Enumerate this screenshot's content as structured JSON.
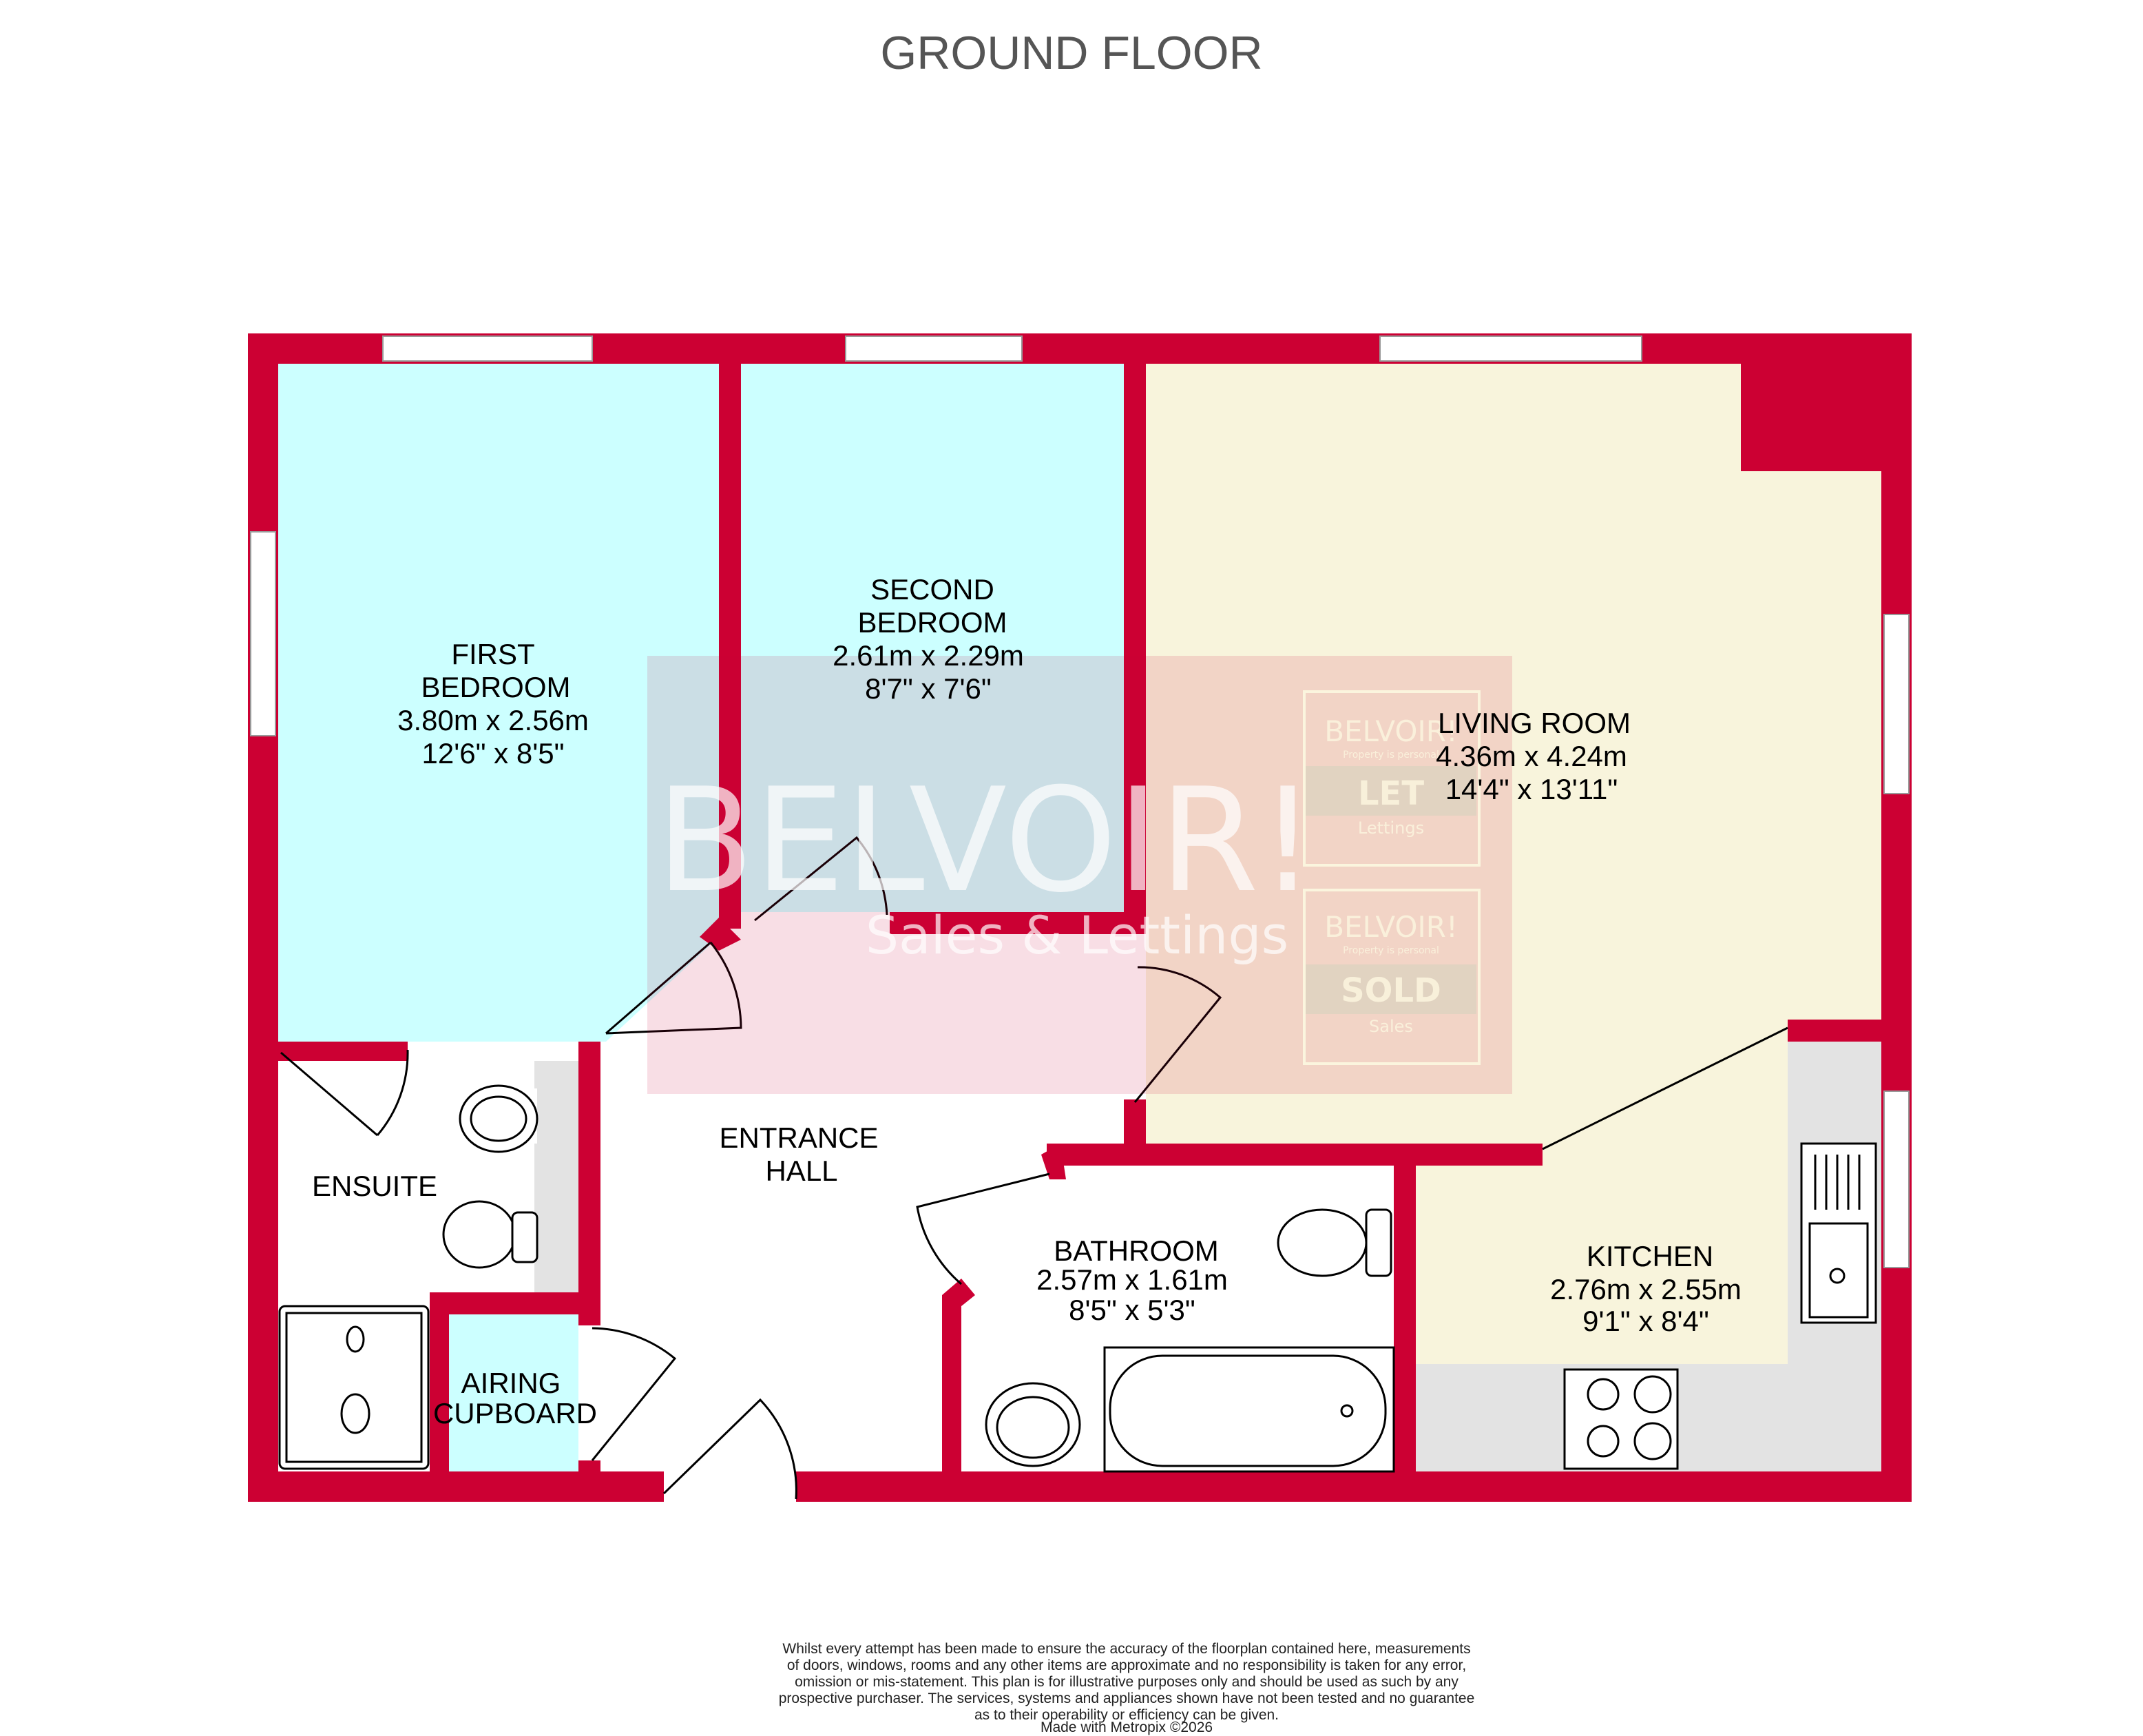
{
  "title": "GROUND FLOOR",
  "colors": {
    "wall": "#cc0033",
    "bedroom": "#ccffff",
    "living": "#f8f4dc",
    "fitted": "#e3e3e3",
    "watermark": "#cc0033"
  },
  "rooms": {
    "first_bedroom": {
      "name1": "FIRST",
      "name2": "BEDROOM",
      "metric": "3.80m  x 2.56m",
      "imperial": "12'6\"  x 8'5\""
    },
    "second_bedroom": {
      "name1": "SECOND",
      "name2": "BEDROOM",
      "metric": "2.61m  x 2.29m",
      "imperial": "8'7\"  x 7'6\""
    },
    "living_room": {
      "name": "LIVING ROOM",
      "metric": "4.36m  x 4.24m",
      "imperial": "14'4\"  x 13'11\""
    },
    "ensuite": {
      "name": "ENSUITE"
    },
    "entrance_hall": {
      "name1": "ENTRANCE",
      "name2": "HALL"
    },
    "bathroom": {
      "name": "BATHROOM",
      "metric": "2.57m  x 1.61m",
      "imperial": "8'5\"  x 5'3\""
    },
    "kitchen": {
      "name": "KITCHEN",
      "metric": "2.76m  x 2.55m",
      "imperial": "9'1\"  x 8'4\""
    },
    "airing_cupboard": {
      "name1": "AIRING",
      "name2": "CUPBOARD"
    }
  },
  "watermark": {
    "brand": "BELVOIR!",
    "tagline": "Sales & Lettings",
    "let_badge": {
      "brand": "BELVOIR!",
      "slogan": "Property is personal",
      "status": "LET",
      "type": "Lettings"
    },
    "sold_badge": {
      "brand": "BELVOIR!",
      "slogan": "Property is personal",
      "status": "SOLD",
      "type": "Sales"
    }
  },
  "disclaimer": [
    "Whilst every attempt has been made to ensure the accuracy of the floorplan contained here, measurements",
    "of doors, windows, rooms and any other items are approximate and no responsibility is taken for any error,",
    "omission or mis-statement. This plan is for illustrative purposes only and should be used as such by any",
    "prospective purchaser. The services, systems and appliances shown have not been tested and no guarantee",
    "as to their operability or efficiency can be given."
  ],
  "credit": "Made with Metropix ©2026"
}
